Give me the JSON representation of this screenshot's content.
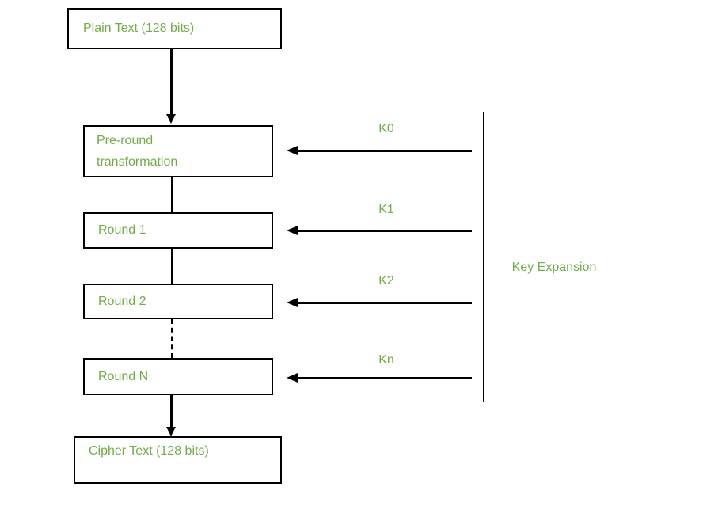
{
  "diagram": {
    "nodes": {
      "plain_text": "Plain Text (128 bits)",
      "pre_round": "Pre-round transformation",
      "round_1": "Round 1",
      "round_2": "Round 2",
      "round_n": "Round N",
      "cipher_text": "Cipher Text (128 bits)",
      "key_expansion": "Key Expansion"
    },
    "key_labels": {
      "k0": "K0",
      "k1": "K1",
      "k2": "K2",
      "kn": "Kn"
    },
    "colors": {
      "text_green": "#70AD47",
      "line_black": "#000000",
      "background": "#FFFFFF"
    }
  }
}
